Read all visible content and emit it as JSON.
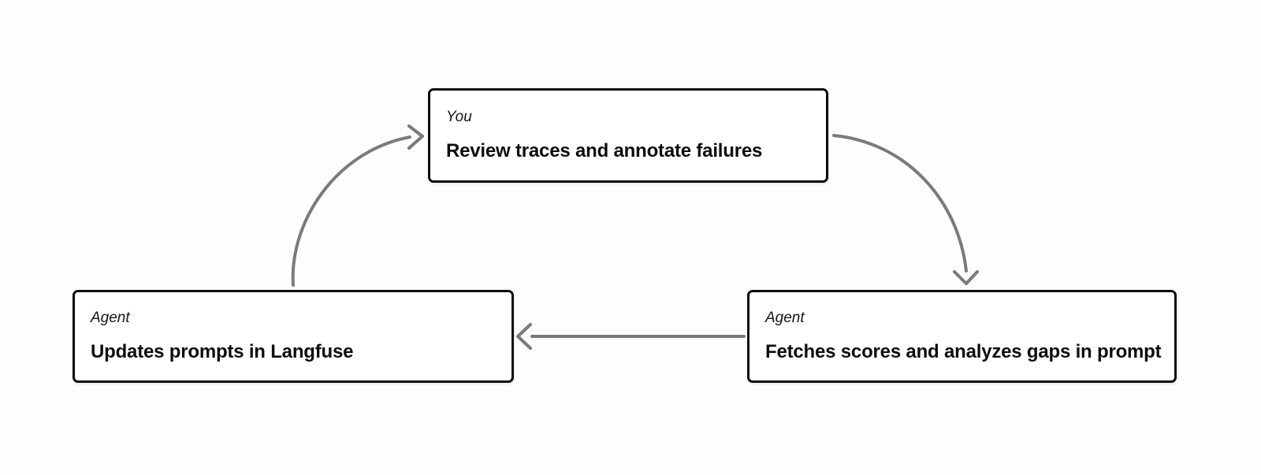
{
  "diagram": {
    "type": "cycle-flowchart",
    "background_color": "#fdfdfd",
    "node_fill_color": "#ffffff",
    "node_border_color": "#0c0c0c",
    "text_color": "#0d0d0d",
    "arrow_color": "#7a7a7a",
    "nodes": {
      "top": {
        "label": "You",
        "title": "Review traces and annotate failures"
      },
      "bottom_right": {
        "label": "Agent",
        "title": "Fetches scores and analyzes gaps in prompt"
      },
      "bottom_left": {
        "label": "Agent",
        "title": "Updates prompts in Langfuse"
      }
    },
    "edges": [
      {
        "from": "bottom_left",
        "to": "top",
        "shape": "curved",
        "direction": "up-right"
      },
      {
        "from": "top",
        "to": "bottom_right",
        "shape": "curved",
        "direction": "down-right"
      },
      {
        "from": "bottom_right",
        "to": "bottom_left",
        "shape": "straight",
        "direction": "left"
      }
    ]
  }
}
